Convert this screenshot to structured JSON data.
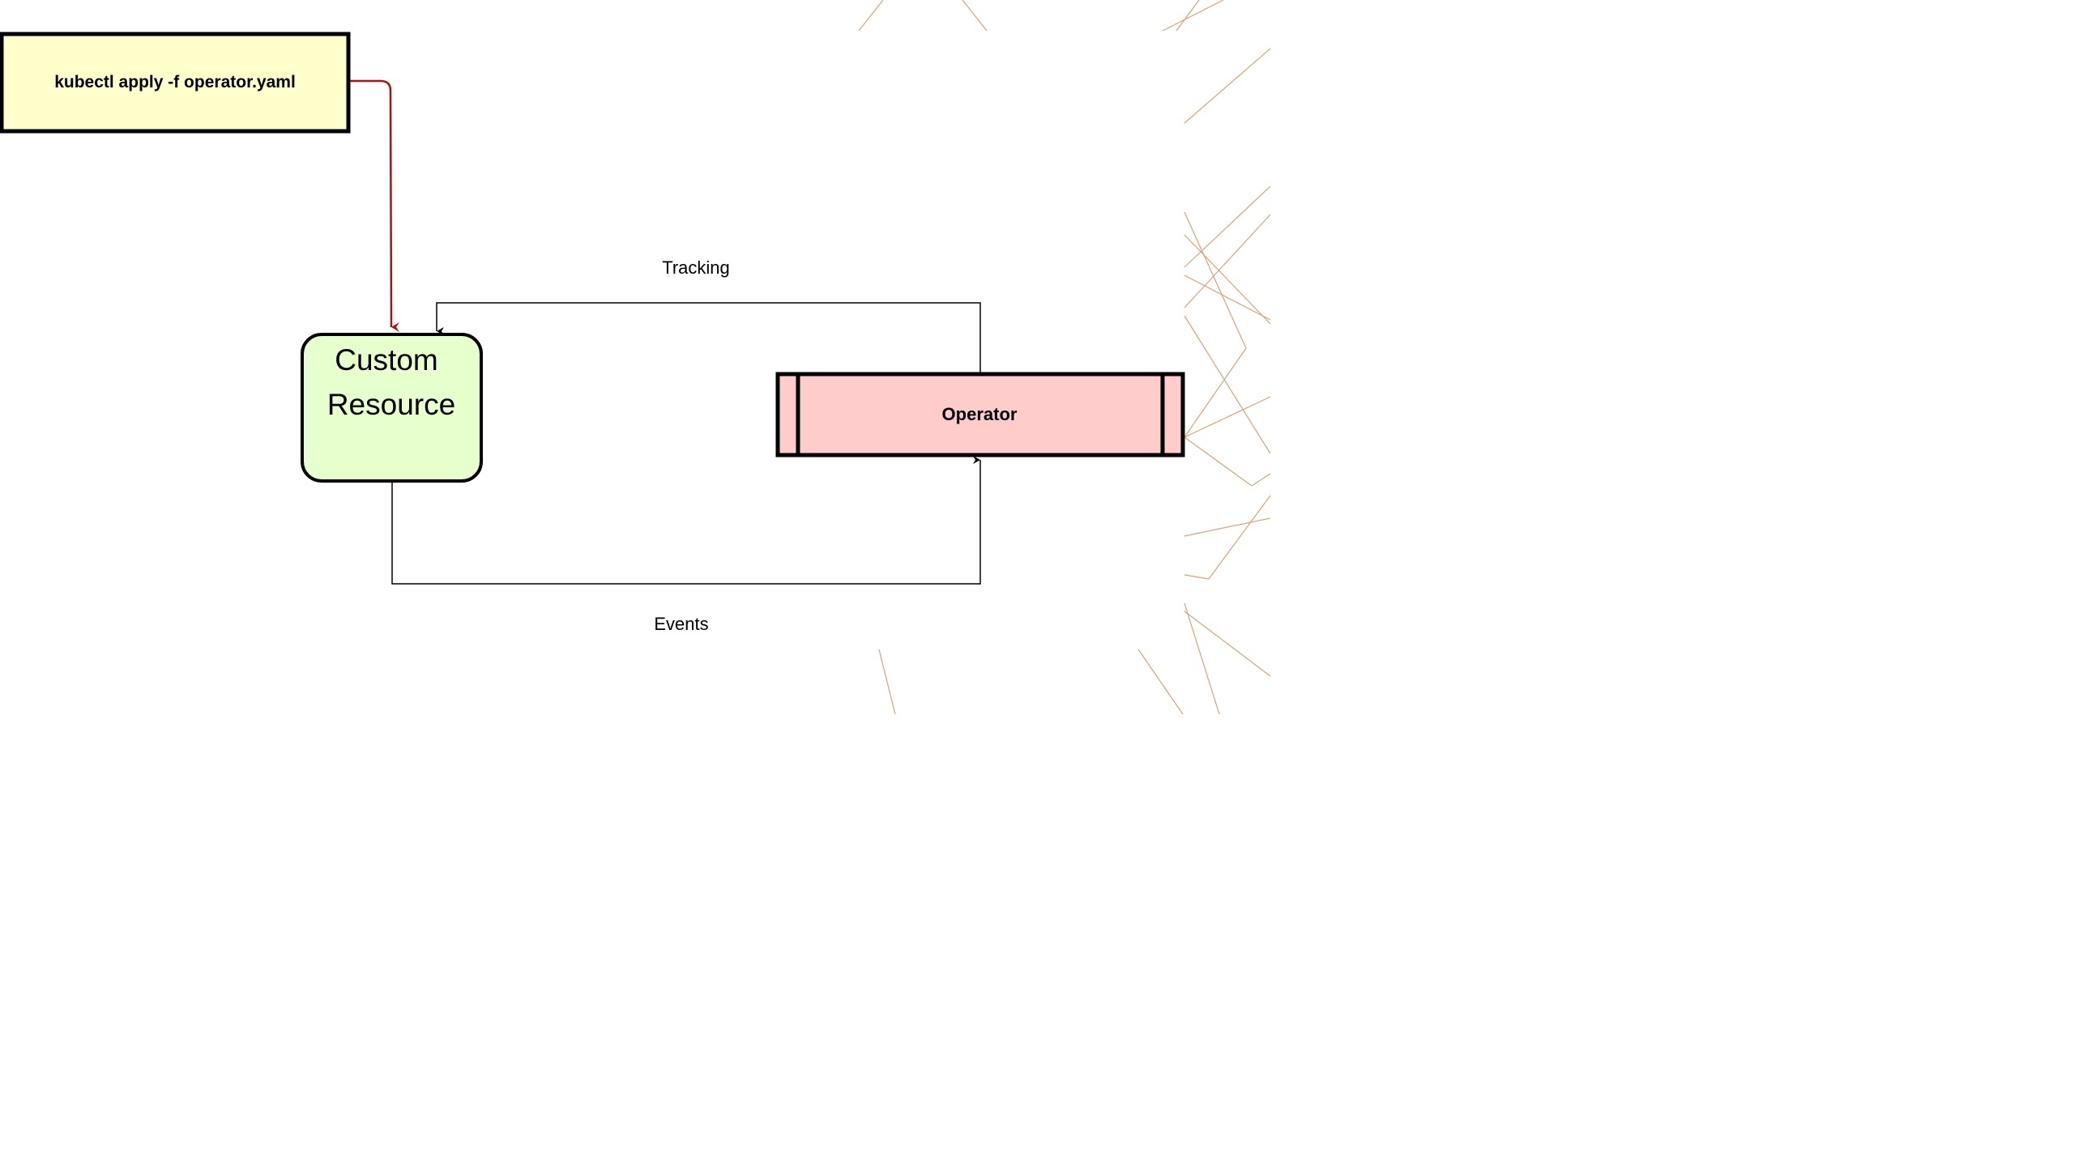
{
  "diagram": {
    "nodes": {
      "command": {
        "label": "kubectl apply -f operator.yaml",
        "fill": "#ffffcc",
        "stroke": "#000000"
      },
      "custom_resource": {
        "label_lines": [
          "Custom",
          "Resource"
        ],
        "fill": "#e6ffcc",
        "stroke": "#000000"
      },
      "operator": {
        "label": "Operator",
        "fill": "#ffcccc",
        "stroke": "#000000"
      }
    },
    "edges": {
      "apply": {
        "from": "command",
        "to": "custom_resource",
        "color": "#aa1111"
      },
      "tracking": {
        "from": "operator",
        "to": "custom_resource",
        "label": "Tracking",
        "color": "#000000"
      },
      "events": {
        "from": "custom_resource",
        "to": "operator",
        "label": "Events",
        "color": "#000000"
      }
    },
    "decoration": {
      "line_color": "#d9a27a"
    }
  }
}
